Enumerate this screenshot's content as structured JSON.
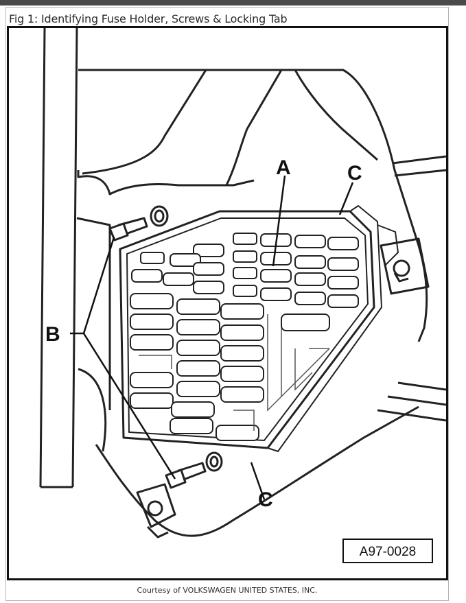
{
  "figure": {
    "title": "Fig 1: Identifying Fuse Holder, Screws & Locking Tab",
    "caption": "Courtesy of VOLKSWAGEN UNITED STATES, INC.",
    "reference_code": "A97-0028",
    "callouts": {
      "a": "A",
      "b": "B",
      "c_top": "C",
      "c_bottom": "C"
    }
  }
}
